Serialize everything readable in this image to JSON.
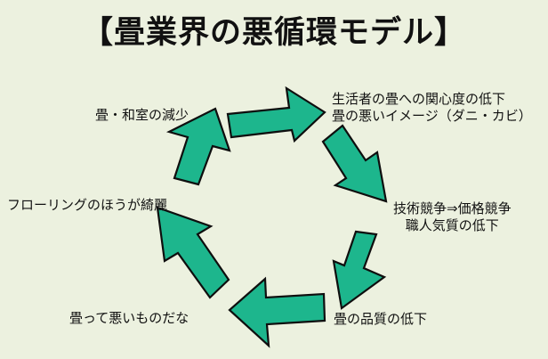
{
  "title": "【畳業界の悪循環モデル】",
  "cycle": [
    {
      "lines": [
        "生活者の畳への関心度の低下",
        "畳の悪いイメージ（ダニ・カビ）"
      ]
    },
    {
      "lines": [
        "技術競争⇒価格競争",
        "職人気質の低下"
      ]
    },
    {
      "lines": [
        "畳の品質の低下"
      ]
    },
    {
      "lines": [
        "畳って悪いものだな"
      ]
    },
    {
      "lines": [
        "フローリングのほうが綺麗"
      ]
    },
    {
      "lines": [
        "畳・和室の減少"
      ]
    }
  ],
  "colors": {
    "background": "#ecf1df",
    "arrow": "#1db68d",
    "outline": "#0e0e0e"
  }
}
